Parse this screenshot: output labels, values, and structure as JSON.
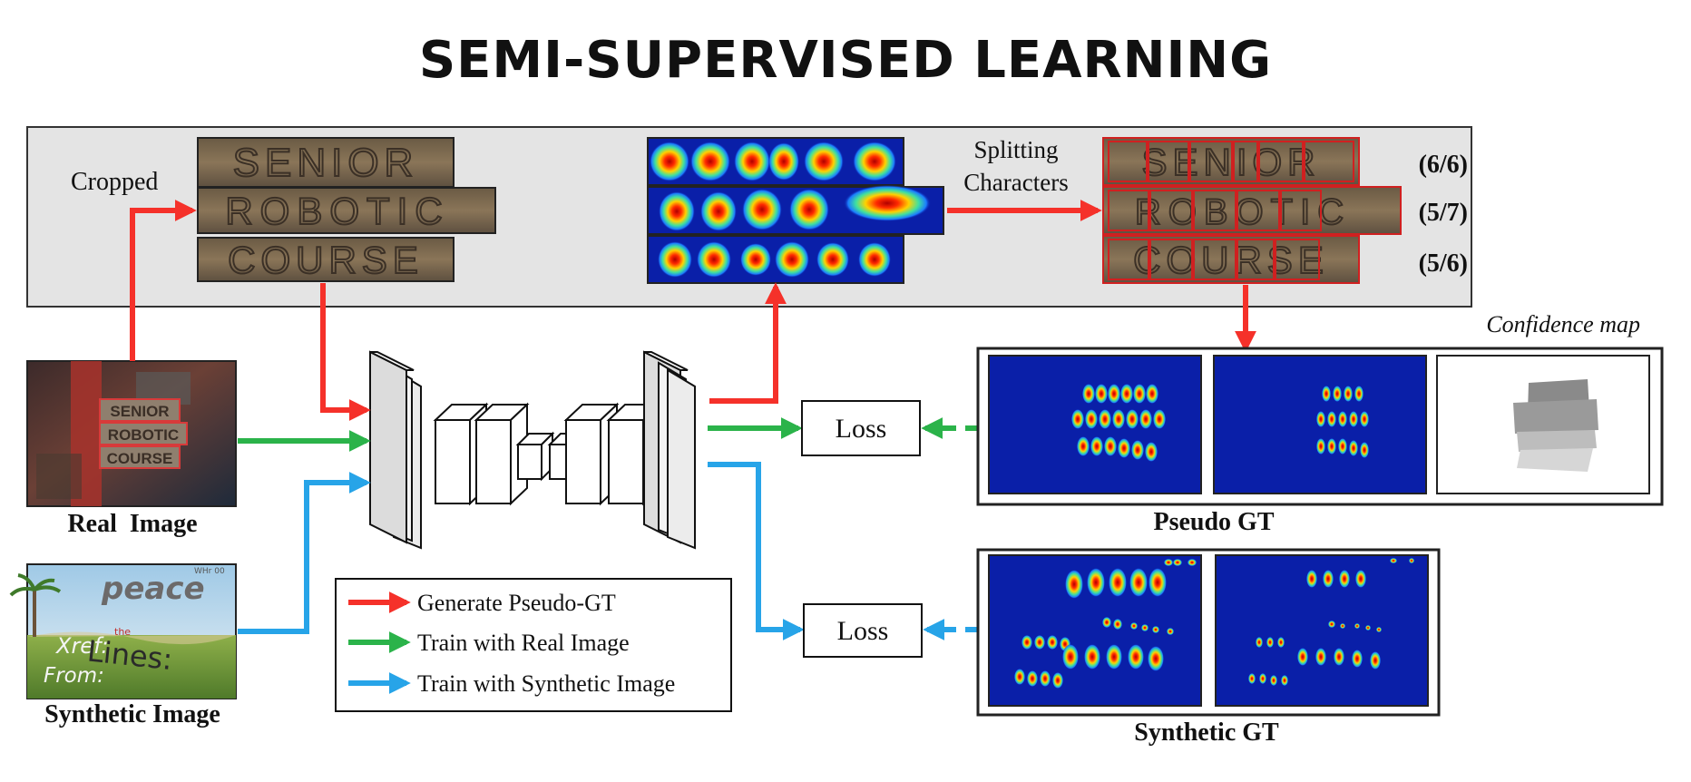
{
  "title": "SEMI-SUPERVISED LEARNING",
  "labels": {
    "cropped": "Cropped",
    "splitting_1": "Splitting",
    "splitting_2": "Characters",
    "real_image": "Real  Image",
    "synthetic_image": "Synthetic Image",
    "loss_top": "Loss",
    "loss_bottom": "Loss",
    "confidence_map": "Confidence map",
    "pseudo_gt": "Pseudo GT",
    "synthetic_gt": "Synthetic GT"
  },
  "cropped_words": [
    "SENIOR",
    "ROBOTIC",
    "COURSE"
  ],
  "split_words": [
    "SENIOR",
    "ROBOTIC",
    "COURSE"
  ],
  "ratios": [
    "(6/6)",
    "(5/7)",
    "(5/6)"
  ],
  "real_image_words": [
    "SENIOR",
    "ROBOTIC",
    "COURSE"
  ],
  "synthetic_image_words": {
    "peace": "peace",
    "the": "the",
    "xref": "Xref:",
    "lines": "Lines:",
    "from": "From:",
    "corner": "WHr 00"
  },
  "legend": [
    {
      "label": "Generate Pseudo-GT",
      "color": "#f5312a"
    },
    {
      "label": "Train with Real Image",
      "color": "#2bb34a"
    },
    {
      "label": "Train with Synthetic Image",
      "color": "#27a4e8"
    }
  ],
  "colors": {
    "red": "#f5312a",
    "green": "#2bb34a",
    "blue": "#27a4e8",
    "panel": "#e4e4e4",
    "heatmap_bg": "#0a1fa8"
  }
}
